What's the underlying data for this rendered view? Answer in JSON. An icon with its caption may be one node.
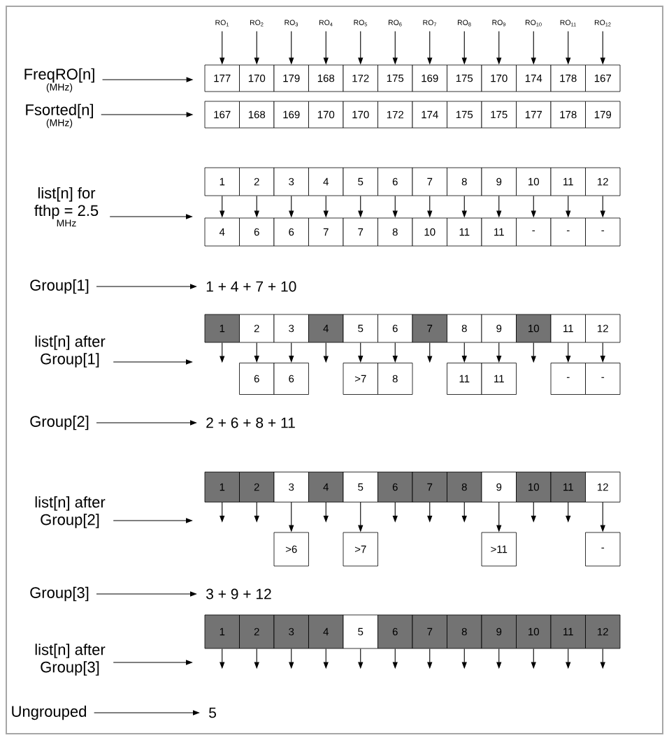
{
  "diagram": {
    "nodes": [
      {
        "text": [
          "RO$_{1}$"
        ]
      },
      {
        "text": [
          "RO$_{2}$"
        ]
      },
      {
        "text": [
          "RO$_{3}$"
        ]
      },
      {
        "text": [
          "RO$_{4}$"
        ]
      },
      {
        "text": [
          "RO$_{5}$"
        ]
      },
      {
        "text": [
          "RO$_{6}$"
        ]
      },
      {
        "text": [
          "RO$_{7}$"
        ]
      },
      {
        "text": [
          "RO$_{8}$"
        ]
      },
      {
        "text": [
          "RO$_{9}$"
        ]
      },
      {
        "text": [
          "RO$_{10}$"
        ]
      },
      {
        "text": [
          "RO$_{11}$"
        ]
      },
      {
        "text": [
          "RO$_{12}$"
        ]
      },
      {
        "text": [
          "FreqRO[n]",
          "(MHz)"
        ]
      },
      {
        "text": [
          "177"
        ]
      },
      {
        "text": [
          "170"
        ]
      },
      {
        "text": [
          "179"
        ]
      },
      {
        "text": [
          "168"
        ]
      },
      {
        "text": [
          "172"
        ]
      },
      {
        "text": [
          "175"
        ]
      },
      {
        "text": [
          "169"
        ]
      },
      {
        "text": [
          "175"
        ]
      },
      {
        "text": [
          "170"
        ]
      },
      {
        "text": [
          "174"
        ]
      },
      {
        "text": [
          "178"
        ]
      },
      {
        "text": [
          "167"
        ]
      },
      {
        "text": [
          "Fsorted[n]",
          "(MHz)"
        ]
      },
      {
        "text": [
          "167"
        ]
      },
      {
        "text": [
          "168"
        ]
      },
      {
        "text": [
          "169"
        ]
      },
      {
        "text": [
          "170"
        ]
      },
      {
        "text": [
          "170"
        ]
      },
      {
        "text": [
          "172"
        ]
      },
      {
        "text": [
          "174"
        ]
      },
      {
        "text": [
          "175"
        ]
      },
      {
        "text": [
          "175"
        ]
      },
      {
        "text": [
          "177"
        ]
      },
      {
        "text": [
          "178"
        ]
      },
      {
        "text": [
          "179"
        ]
      },
      {
        "text": [
          "list[n] for fthp = 2.5",
          "MHz"
        ]
      },
      {
        "text": [
          "1"
        ]
      },
      {
        "text": [
          "2"
        ]
      },
      {
        "text": [
          "3"
        ]
      },
      {
        "text": [
          "4"
        ]
      },
      {
        "text": [
          "5"
        ]
      },
      {
        "text": [
          "6"
        ]
      },
      {
        "text": [
          "7"
        ]
      },
      {
        "text": [
          "8"
        ]
      },
      {
        "text": [
          "9"
        ]
      },
      {
        "text": [
          "10"
        ]
      },
      {
        "text": [
          "11"
        ]
      },
      {
        "text": [
          "12"
        ]
      },
      {
        "text": [
          "4"
        ]
      },
      {
        "text": [
          "6"
        ]
      },
      {
        "text": [
          "6"
        ]
      },
      {
        "text": [
          "7"
        ]
      },
      {
        "text": [
          "7"
        ]
      },
      {
        "text": [
          "8"
        ]
      },
      {
        "text": [
          "10"
        ]
      },
      {
        "text": [
          "11"
        ]
      },
      {
        "text": [
          "11"
        ]
      },
      {
        "text": [
          "-"
        ]
      },
      {
        "text": [
          "-"
        ]
      },
      {
        "text": [
          "-"
        ]
      },
      {
        "text": [
          "Group[1]"
        ]
      },
      {
        "text": [
          "1 + 4 + 7 + 10"
        ]
      },
      {
        "text": [
          "list[n] after Group[1]"
        ]
      },
      {
        "text": [
          "1"
        ]
      },
      {
        "text": [
          "2"
        ]
      },
      {
        "text": [
          "3"
        ]
      },
      {
        "text": [
          "4"
        ]
      },
      {
        "text": [
          "5"
        ]
      },
      {
        "text": [
          "6"
        ]
      },
      {
        "text": [
          "7"
        ]
      },
      {
        "text": [
          "8"
        ]
      },
      {
        "text": [
          "9"
        ]
      },
      {
        "text": [
          "10"
        ]
      },
      {
        "text": [
          "11"
        ]
      },
      {
        "text": [
          "12"
        ]
      },
      {
        "text": [
          "6"
        ]
      },
      {
        "text": [
          "6"
        ]
      },
      {
        "text": [
          ">7"
        ]
      },
      {
        "text": [
          "8"
        ]
      },
      {
        "text": [
          "11"
        ]
      },
      {
        "text": [
          "11"
        ]
      },
      {
        "text": [
          "-"
        ]
      },
      {
        "text": [
          "-"
        ]
      },
      {
        "text": [
          "Group[2]"
        ]
      },
      {
        "text": [
          "2 + 6 + 8 + 11"
        ]
      },
      {
        "text": [
          "list[n] after Group[2]"
        ]
      },
      {
        "text": [
          "1"
        ]
      },
      {
        "text": [
          "2"
        ]
      },
      {
        "text": [
          "3"
        ]
      },
      {
        "text": [
          "4"
        ]
      },
      {
        "text": [
          "5"
        ]
      },
      {
        "text": [
          "6"
        ]
      },
      {
        "text": [
          "7"
        ]
      },
      {
        "text": [
          "8"
        ]
      },
      {
        "text": [
          "9"
        ]
      },
      {
        "text": [
          "10"
        ]
      },
      {
        "text": [
          "11"
        ]
      },
      {
        "text": [
          "12"
        ]
      },
      {
        "text": [
          ">6"
        ]
      },
      {
        "text": [
          ">7"
        ]
      },
      {
        "text": [
          ">11"
        ]
      },
      {
        "text": [
          "-"
        ]
      },
      {
        "text": [
          "Group[3]"
        ]
      },
      {
        "text": [
          "3 + 9 + 12"
        ]
      },
      {
        "text": [
          "list[n] after Group[3]"
        ]
      },
      {
        "text": [
          "1"
        ]
      },
      {
        "text": [
          "2"
        ]
      },
      {
        "text": [
          "3"
        ]
      },
      {
        "text": [
          "4"
        ]
      },
      {
        "text": [
          "5"
        ]
      },
      {
        "text": [
          "6"
        ]
      },
      {
        "text": [
          "7"
        ]
      },
      {
        "text": [
          "8"
        ]
      },
      {
        "text": [
          "9"
        ]
      },
      {
        "text": [
          "10"
        ]
      },
      {
        "text": [
          "11"
        ]
      },
      {
        "text": [
          "12"
        ]
      },
      {
        "text": [
          "Ungrouped"
        ]
      },
      {
        "text": [
          "5"
        ]
      }
    ],
    "edges": [
      {
        "from": 0,
        "to": 13,
        "arrow": "to"
      },
      {
        "from": 1,
        "to": 14,
        "arrow": "to"
      },
      {
        "from": 2,
        "to": 15,
        "arrow": "to"
      },
      {
        "from": 3,
        "to": 16,
        "arrow": "to"
      },
      {
        "from": 4,
        "to": 17,
        "arrow": "to"
      },
      {
        "from": 5,
        "to": 18,
        "arrow": "to"
      },
      {
        "from": 6,
        "to": 19,
        "arrow": "to"
      },
      {
        "from": 7,
        "to": 20,
        "arrow": "to"
      },
      {
        "from": 8,
        "to": 21,
        "arrow": "to"
      },
      {
        "from": 9,
        "to": 22,
        "arrow": "to"
      },
      {
        "from": 10,
        "to": 23,
        "arrow": "to"
      },
      {
        "from": 11,
        "to": 24,
        "arrow": "to"
      },
      {
        "from": 12,
        "to": 13,
        "arrow": "to"
      },
      {
        "from": 25,
        "to": 26,
        "arrow": "to"
      },
      {
        "from": 38,
        "to": null,
        "arrow": "to"
      },
      {
        "from": 39,
        "to": 51,
        "arrow": "to"
      },
      {
        "from": 40,
        "to": 52,
        "arrow": "to"
      },
      {
        "from": 41,
        "to": 53,
        "arrow": "to"
      },
      {
        "from": 42,
        "to": 54,
        "arrow": "to"
      },
      {
        "from": 43,
        "to": 55,
        "arrow": "to"
      },
      {
        "from": 44,
        "to": 56,
        "arrow": "to"
      },
      {
        "from": 45,
        "to": 57,
        "arrow": "to"
      },
      {
        "from": 46,
        "to": 58,
        "arrow": "to"
      },
      {
        "from": 47,
        "to": 59,
        "arrow": "to"
      },
      {
        "from": 48,
        "to": 60,
        "arrow": "to"
      },
      {
        "from": 49,
        "to": 61,
        "arrow": "to"
      },
      {
        "from": 50,
        "to": 62,
        "arrow": "to"
      },
      {
        "from": 63,
        "to": 64,
        "arrow": "to"
      },
      {
        "from": 65,
        "to": null,
        "arrow": "to"
      },
      {
        "from": 66,
        "to": null,
        "arrow": "to"
      },
      {
        "from": 67,
        "to": 78,
        "arrow": "to"
      },
      {
        "from": 68,
        "to": 79,
        "arrow": "to"
      },
      {
        "from": 69,
        "to": null,
        "arrow": "to"
      },
      {
        "from": 70,
        "to": 80,
        "arrow": "to"
      },
      {
        "from": 71,
        "to": 81,
        "arrow": "to"
      },
      {
        "from": 72,
        "to": null,
        "arrow": "to"
      },
      {
        "from": 73,
        "to": 82,
        "arrow": "to"
      },
      {
        "from": 74,
        "to": 83,
        "arrow": "to"
      },
      {
        "from": 75,
        "to": null,
        "arrow": "to"
      },
      {
        "from": 76,
        "to": 84,
        "arrow": "to"
      },
      {
        "from": 77,
        "to": 85,
        "arrow": "to"
      },
      {
        "from": 86,
        "to": 87,
        "arrow": "to"
      },
      {
        "from": 88,
        "to": null,
        "arrow": "to"
      },
      {
        "from": 89,
        "to": null,
        "arrow": "to"
      },
      {
        "from": 90,
        "to": null,
        "arrow": "to"
      },
      {
        "from": 91,
        "to": 101,
        "arrow": "to"
      },
      {
        "from": 92,
        "to": null,
        "arrow": "to"
      },
      {
        "from": 93,
        "to": 102,
        "arrow": "to"
      },
      {
        "from": 94,
        "to": null,
        "arrow": "to"
      },
      {
        "from": 95,
        "to": null,
        "arrow": "to"
      },
      {
        "from": 96,
        "to": null,
        "arrow": "to"
      },
      {
        "from": 97,
        "to": 103,
        "arrow": "to"
      },
      {
        "from": 98,
        "to": null,
        "arrow": "to"
      },
      {
        "from": 99,
        "to": null,
        "arrow": "to"
      },
      {
        "from": 100,
        "to": 104,
        "arrow": "to"
      },
      {
        "from": 105,
        "to": 106,
        "arrow": "to"
      },
      {
        "from": 107,
        "to": null,
        "arrow": "to"
      },
      {
        "from": 108,
        "to": null,
        "arrow": "to"
      },
      {
        "from": 109,
        "to": null,
        "arrow": "to"
      },
      {
        "from": 110,
        "to": null,
        "arrow": "to"
      },
      {
        "from": 111,
        "to": null,
        "arrow": "to"
      },
      {
        "from": 112,
        "to": null,
        "arrow": "to"
      },
      {
        "from": 113,
        "to": null,
        "arrow": "to"
      },
      {
        "from": 114,
        "to": null,
        "arrow": "to"
      },
      {
        "from": 115,
        "to": null,
        "arrow": "to"
      },
      {
        "from": 116,
        "to": null,
        "arrow": "to"
      },
      {
        "from": 117,
        "to": null,
        "arrow": "to"
      },
      {
        "from": 118,
        "to": null,
        "arrow": "to"
      },
      {
        "from": 119,
        "to": null,
        "arrow": "to"
      },
      {
        "from": 120,
        "to": 121,
        "arrow": "to"
      }
    ]
  }
}
